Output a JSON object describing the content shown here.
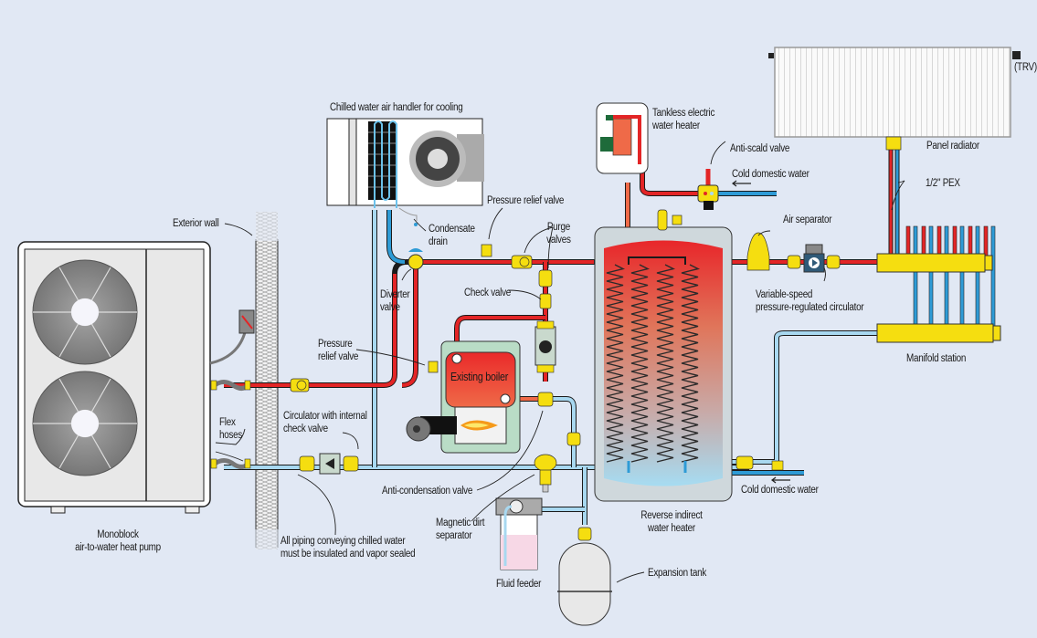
{
  "title": "Monoblock air-to-water heat pump system with chilled water air handler, existing boiler, reverse indirect water heater and manifold station",
  "colors": {
    "background": "#e1e8f4",
    "hot_pipe": "#e32526",
    "cold_pipe": "#2e9bd6",
    "chilled_pipe": "#a8d8f0",
    "brass": "#f5de10",
    "equipment_gray": "#e8e8e8",
    "boiler_red": "#e8392c",
    "boiler_casing": "#b9dcc6",
    "fluid_pink": "#f7d8e6"
  },
  "components": {
    "heat_pump": {
      "label_line1": "Monoblock",
      "label_line2": "air-to-water heat pump",
      "fan_count": 2
    },
    "exterior_wall": {
      "label": "Exterior wall"
    },
    "flex_hoses": {
      "label_line1": "Flex",
      "label_line2": "hoses"
    },
    "air_handler": {
      "label": "Chilled water air handler for cooling"
    },
    "condensate_drain": {
      "label_line1": "Condensate",
      "label_line2": "drain"
    },
    "diverter_valve": {
      "label_line1": "Diverter",
      "label_line2": "valve"
    },
    "pressure_relief_top": {
      "label": "Pressure relief valve"
    },
    "purge_valves": {
      "label_line1": "Purge",
      "label_line2": "valves"
    },
    "check_valve": {
      "label": "Check valve"
    },
    "pressure_relief_boiler": {
      "label_line1": "Pressure",
      "label_line2": "relief valve"
    },
    "boiler": {
      "label": "Existing boiler"
    },
    "circulator_check": {
      "label_line1": "Circulator with internal",
      "label_line2": "check valve"
    },
    "anti_condensation": {
      "label": "Anti-condensation valve"
    },
    "insulation_note": {
      "label_line1": "All piping conveying chilled water",
      "label_line2": "must be insulated and vapor sealed"
    },
    "dirt_separator": {
      "label_line1": "Magnetic dirt",
      "label_line2": "separator"
    },
    "fluid_feeder": {
      "label": "Fluid feeder"
    },
    "expansion_tank": {
      "label": "Expansion tank"
    },
    "tankless_heater": {
      "label_line1": "Tankless electric",
      "label_line2": "water heater"
    },
    "anti_scald": {
      "label": "Anti-scald valve"
    },
    "cold_water_top": {
      "label": "Cold domestic water"
    },
    "cold_water_bottom": {
      "label": "Cold domestic water"
    },
    "indirect_heater": {
      "label_line1": "Reverse indirect",
      "label_line2": "water heater"
    },
    "air_separator": {
      "label": "Air separator"
    },
    "variable_circulator": {
      "label_line1": "Variable-speed",
      "label_line2": "pressure-regulated circulator"
    },
    "manifold": {
      "label": "Manifold station",
      "supply_ports": 6,
      "return_ports": 6
    },
    "panel_radiator": {
      "label": "Panel radiator"
    },
    "trv": {
      "label": "(TRV)"
    },
    "pex": {
      "label": "1/2\" PEX"
    }
  }
}
